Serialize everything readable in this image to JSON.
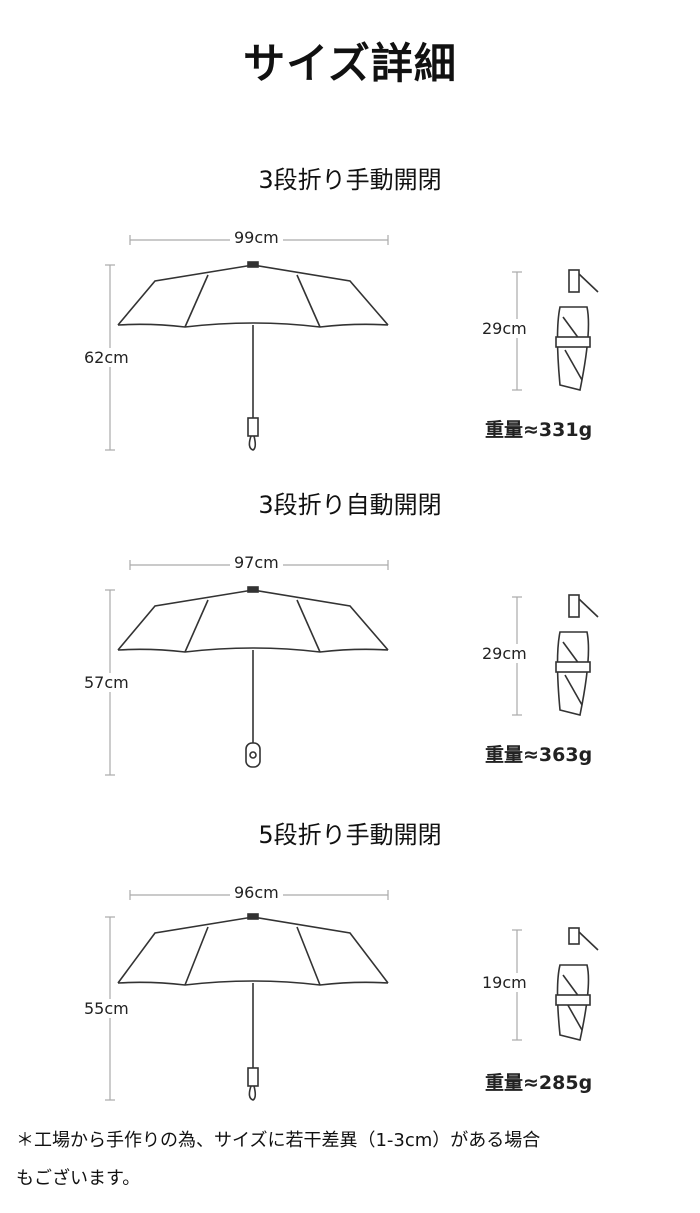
{
  "title": "サイズ詳細",
  "sections": [
    {
      "name": "3段折り手動開閉",
      "width": "99cm",
      "height": "62cm",
      "folded_length": "29cm",
      "weight": "重量≈331g"
    },
    {
      "name": "3段折り自動開閉",
      "width": "97cm",
      "height": "57cm",
      "folded_length": "29cm",
      "weight": "重量≈363g"
    },
    {
      "name": "5段折り手動開閉",
      "width": "96cm",
      "height": "55cm",
      "folded_length": "19cm",
      "weight": "重量≈285g"
    }
  ],
  "note": {
    "line1": "＊工場から手作りの為、サイズに若干差異（1-3cm）がある場合",
    "line2": "もございます。"
  }
}
